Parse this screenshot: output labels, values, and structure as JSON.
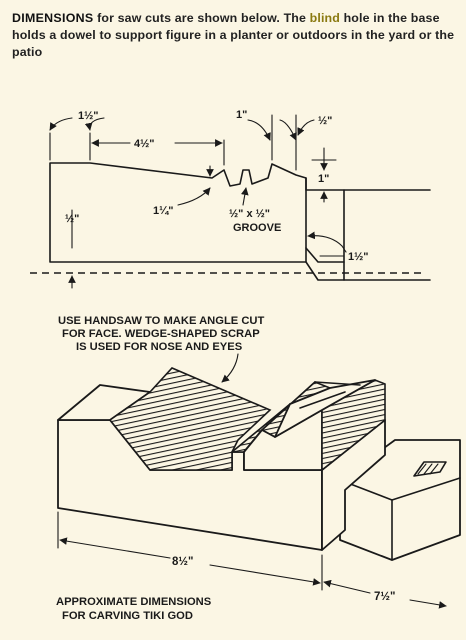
{
  "caption": {
    "lead": "DIMENSIONS",
    "part1": " for saw cuts are shown below. The ",
    "highlight": "blind",
    "part2": " hole in the base holds a dowel to support figure in a planter or outdoors in the yard or the patio"
  },
  "top_diagram": {
    "dim_left_top": "1½\"",
    "dim_slope": "4½\"",
    "dim_one_inch_top": "1\"",
    "dim_right_half": "½\"",
    "dim_right_one": "1\"",
    "dim_one_quarter": "1¼\"",
    "dim_left_half": "½\"",
    "groove_size": "½\" x ½\"",
    "groove_label": "GROOVE",
    "dim_step": "1½\""
  },
  "bottom_diagram": {
    "note_line1": "USE HANDSAW TO MAKE ANGLE CUT",
    "note_line2": "FOR FACE. WEDGE-SHAPED SCRAP",
    "note_line3": "IS USED FOR NOSE AND EYES",
    "dim_length": "8½\"",
    "dim_base": "7½\"",
    "footer_line1": "APPROXIMATE DIMENSIONS",
    "footer_line2": "FOR CARVING TIKI GOD"
  }
}
